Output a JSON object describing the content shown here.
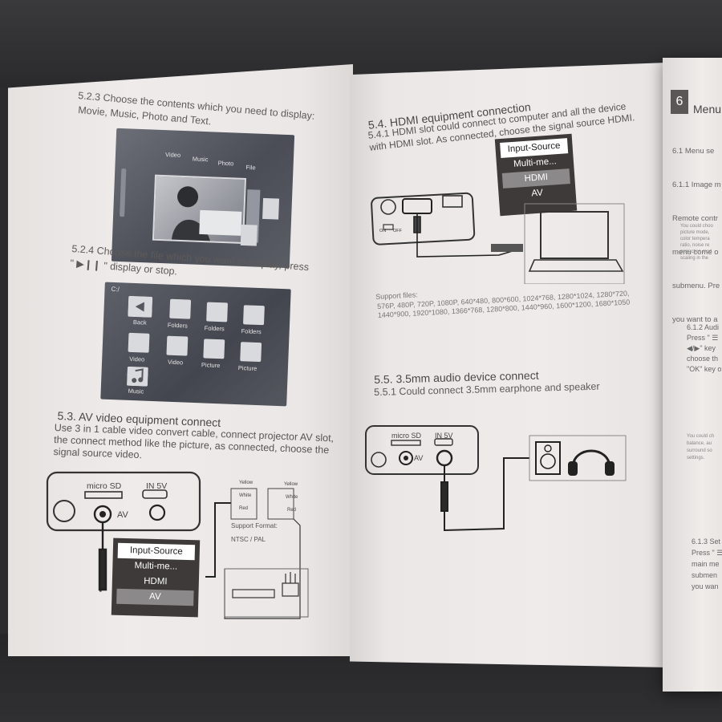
{
  "left_page": {
    "s523_title": "5.2.3 Choose the contents which you need to display:",
    "s523_line2": "Movie, Music, Photo and Text.",
    "shot1_tabs": [
      "Video",
      "Music",
      "Photo",
      "File"
    ],
    "s524_title": "5.2.4 Choose the file which you want to display, press",
    "s524_line2": "\"  ▶❙❙  \" display or stop.",
    "shot2_path": "C:/",
    "shot2_items": [
      "Back",
      "Folders",
      "Folders",
      "Folders",
      "Video",
      "Video",
      "Picture",
      "Picture",
      "Music"
    ],
    "s53_title": "5.3. AV video equipment connect",
    "s53_body": "Use 3 in 1 cable video convert cable, connect projector AV slot, the connect method like the picture, as connected, choose the signal source video.",
    "port_micro_sd": "micro SD",
    "port_in5v": "IN 5V",
    "port_av": "AV",
    "rca_yellow": "Yellow",
    "rca_white": "White",
    "rca_red": "Red",
    "support_format_label": "Support Format:",
    "support_format_value": "NTSC / PAL",
    "input_source": {
      "header": "Input-Source",
      "items": [
        "Multi-me...",
        "HDMI",
        "AV"
      ]
    }
  },
  "middle_page": {
    "s54_title": "5.4. HDMI equipment connection",
    "s541_body": "5.4.1 HDMI slot could connect to computer and all the device with HDMI slot. As connected, choose the signal source HDMI.",
    "switch_on": "ON",
    "switch_off": "OFF",
    "input_source": {
      "header": "Input-Source",
      "items": [
        "Multi-me...",
        "HDMI",
        "AV"
      ]
    },
    "support_files_label": "Support files:",
    "support_files_value": "576P, 480P, 720P, 1080P, 640*480, 800*600, 1024*768, 1280*1024, 1280*720, 1440*900, 1920*1080, 1366*768, 1280*800, 1440*960, 1600*1200, 1680*1050",
    "s55_title": "5.5. 3.5mm audio device connect",
    "s551_body": "5.5.1 Could connect 3.5mm earphone and speaker",
    "port_micro_sd": "micro SD",
    "port_in5v": "IN 5V",
    "port_av": "AV"
  },
  "right_page": {
    "chapter_number": "6",
    "chapter_title": "Menu",
    "lines": [
      "6.1 Menu se",
      "6.1.1 Image m",
      "Remote contr",
      "menu come o",
      "submenu. Pre",
      "you want to a"
    ],
    "small_lines": [
      "You could choo",
      "picture mode,",
      "color tempera",
      "ratio, noise re",
      "projection mod",
      "scaling in the"
    ],
    "s612": [
      "6.1.2 Audi",
      "Press \" ☰",
      "◀/▶\" key",
      "choose th",
      "\"OK\" key o"
    ],
    "small2": [
      "You could ch",
      "balance, au",
      "surround so",
      "settings."
    ],
    "s613": [
      "6.1.3 Set",
      "Press \" ☰",
      "main me",
      "submen",
      "you wan"
    ]
  },
  "colors": {
    "paper": "#efebea",
    "ink": "#5d5a59",
    "popup_dark": "#3d3a39",
    "popup_highlight": "#8b8989"
  }
}
